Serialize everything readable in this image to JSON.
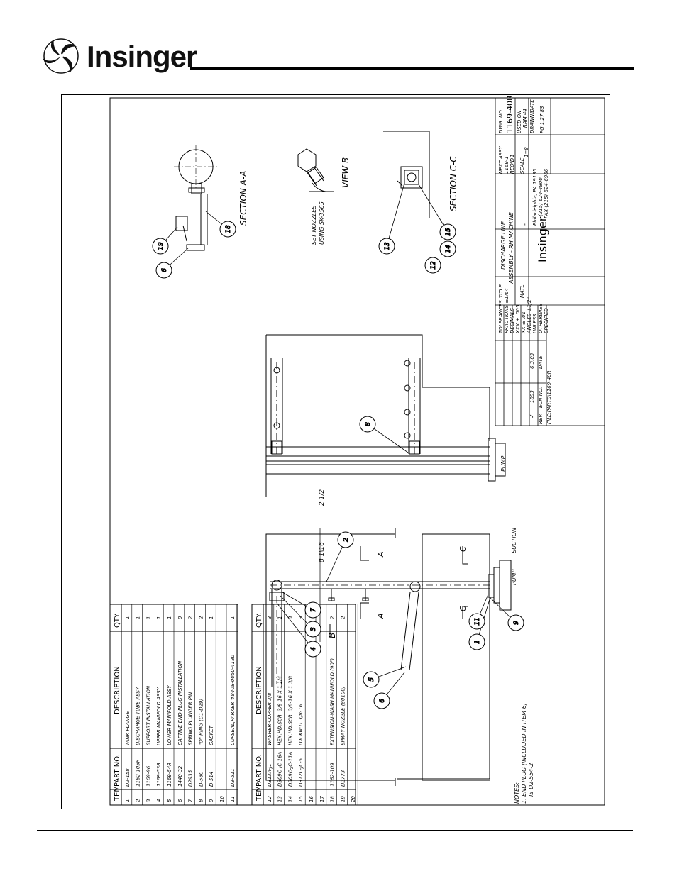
{
  "brand": {
    "name": "Insinger"
  },
  "bom_left": {
    "headers": [
      "ITEM",
      "PART NO.",
      "DESCRIPTION",
      "QTY."
    ],
    "rows": [
      [
        "1",
        "D2-158",
        "TANK FLANGE",
        "1"
      ],
      [
        "2",
        "1162-105R",
        "DISCHARGE TUBE ASSY",
        "1"
      ],
      [
        "3",
        "1169-96",
        "SUPPORT INSTALLATION",
        "1"
      ],
      [
        "4",
        "1169-53R",
        "UPPER MANIFOLD ASSY",
        "1"
      ],
      [
        "5",
        "1169-54R",
        "LOWER MANIFOLD ASSY",
        "1"
      ],
      [
        "6",
        "1440-32",
        "CAPTIVE END PLUG INSTALLATION",
        "9"
      ],
      [
        "7",
        "D2935",
        "SPRING PLUNGER PIN",
        "2"
      ],
      [
        "8",
        "D-580",
        "\"O\" RING (D1-D29)",
        "2"
      ],
      [
        "9",
        "D-514",
        "GASKET",
        "1"
      ],
      [
        "10",
        "",
        "",
        ""
      ],
      [
        "11",
        "D3-511",
        "CUPSEAL,PARKER #8408-0050-4180",
        "1"
      ]
    ]
  },
  "bom_right": {
    "headers": [
      "ITEM",
      "PART NO.",
      "DESCRIPTION",
      "QTY."
    ],
    "rows": [
      [
        "12",
        "D313A-J1",
        "WASHER-COPPER 3/8",
        "3"
      ],
      [
        "13",
        "D309C-JC-16A",
        "HEX.HD.SCR. 3/8-16 X 1 1/4",
        "1"
      ],
      [
        "14",
        "D309C-JC-11A",
        "HEX.HD.SCR. 3/8-16 X 1 3/8",
        "3"
      ],
      [
        "15",
        "D312C-JC-5",
        "LOCKNUT 3/8-16",
        "3"
      ],
      [
        "16",
        "",
        "",
        ""
      ],
      [
        "17",
        "",
        "",
        ""
      ],
      [
        "18",
        "1162-109",
        "EXTENSION-WASH MANIFOLD (90°)",
        "2"
      ],
      [
        "19",
        "D2773",
        "SPRAY NOZZLE (80100)",
        "2"
      ],
      [
        "20",
        "",
        "",
        ""
      ]
    ]
  },
  "notes": [
    "NOTES:",
    "1. END PLUG (INCLUDED IN ITEM 6)",
    "IS D2-554-2"
  ],
  "views": {
    "section_aa": "SECTION A-A",
    "section_cc": "SECTION C-C",
    "view_b": "VIEW B",
    "set_nozzles": [
      "SET NOZZLES",
      "USING SK-3565"
    ]
  },
  "dims": {
    "d1": "8 1\\16",
    "d2": "2 1/2"
  },
  "labels": {
    "pump1": "PUMP",
    "pump2": "PUMP",
    "suction": "SUCTION",
    "a": "A",
    "b": "B",
    "c": "C"
  },
  "balloons_main": [
    "1",
    "2",
    "3",
    "4",
    "5",
    "6",
    "7",
    "8",
    "9",
    "11"
  ],
  "balloons_side": [
    "6",
    "19",
    "18",
    "13",
    "12",
    "14",
    "15"
  ],
  "title_block": {
    "tolerances": [
      "TOLERANCES",
      "FRACTIONS ±1/64",
      "DECIMALS",
      "XXX ± .005",
      "XX ± .01",
      "ANGLES ±1/2°",
      "UNLESS",
      "OTHERWISE",
      "SPECIFIED"
    ],
    "title_label": "TITLE",
    "title_lines": [
      "DISCHARGE LINE",
      "ASSEMBLY - RH MACHINE"
    ],
    "matl_label": "MATL",
    "matl_value": "-",
    "company_name": "Insinger",
    "company_address": [
      "Philadelphia, PA 19135",
      "(215) 624-4800",
      "FAX (215) 624-6966"
    ],
    "next_assy_label": "NEXT ASSY",
    "next_assy_value": "1169-1",
    "reqd_label": "REQ'D",
    "reqd_value": "1",
    "dwg_no_label": "DWG. NO.",
    "dwg_no_value": "1169-40R",
    "scale_label": "SCALE",
    "scale_value": "1=8",
    "used_on_label": "USED ON",
    "used_on_value": "RAM 44",
    "drawn_label": "DRAWN/DATE",
    "drawn_value": "PG  1.27.83",
    "rev_headers": [
      "REV.",
      "ECN NO.",
      "DATE"
    ],
    "rev_row": [
      "✓",
      "1893",
      "6.3.03"
    ],
    "file_path": "FILE:PARTS\\1169-40R"
  }
}
